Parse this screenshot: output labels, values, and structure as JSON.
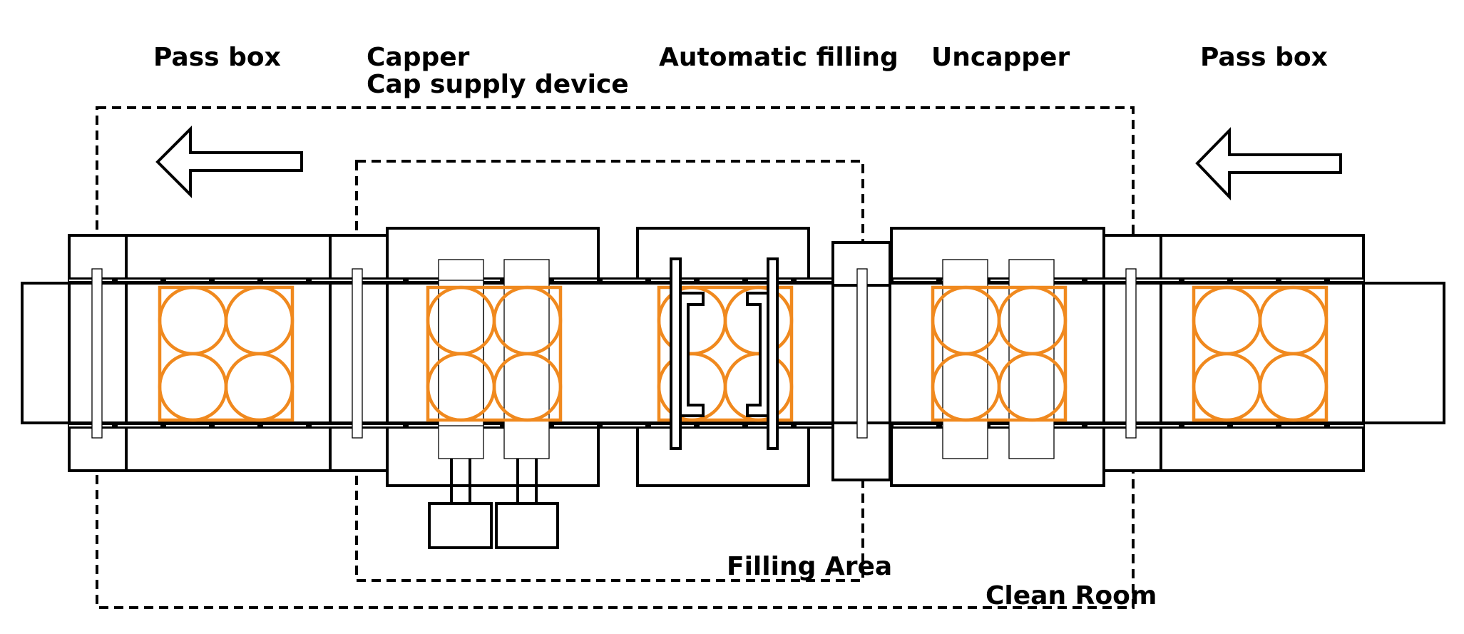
{
  "labels": {
    "pass_box_left": "Pass box",
    "capper": "Capper",
    "cap_supply": "Cap supply device",
    "automatic_filling": "Automatic filling",
    "uncapper": "Uncapper",
    "pass_box_right": "Pass box",
    "filling_area": "Filling Area",
    "clean_room": "Clean Room"
  },
  "flow_direction": "right-to-left",
  "colors": {
    "container": "#f0891e",
    "line": "#000000",
    "background": "#ffffff"
  },
  "stations": [
    "Pass box",
    "Capper",
    "Automatic filling",
    "Uncapper",
    "Pass box"
  ],
  "containers_per_tray": 4,
  "tray_count": 5
}
